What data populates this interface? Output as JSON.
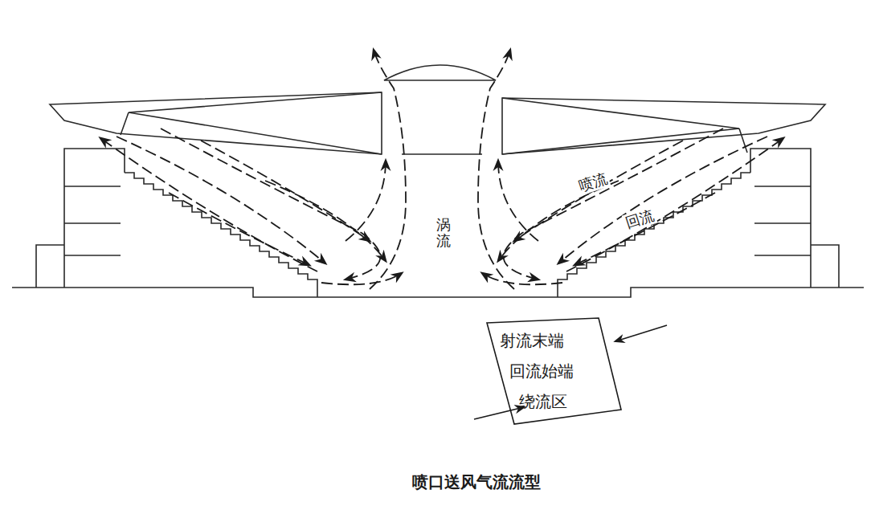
{
  "diagram": {
    "caption": "喷口送风气流流型",
    "nodes": [
      {
        "text": [
          "射流末端",
          "回流始端",
          "绕流区"
        ]
      }
    ],
    "labels": [
      "喷流",
      "回流",
      "涡流"
    ]
  }
}
